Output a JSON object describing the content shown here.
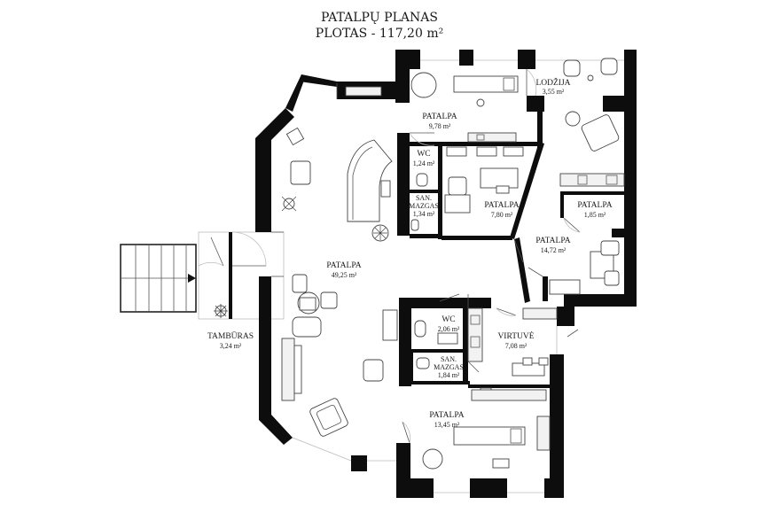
{
  "title_lines": [
    "PATALPŲ PLANAS",
    "PLOTAS - 117,20 m²"
  ],
  "rooms": [
    {
      "name": "LODŽIJA",
      "area": "3,55 m²"
    },
    {
      "name": "PATALPA",
      "area": "9,78 m²"
    },
    {
      "name": "WC",
      "area": "1,24 m²"
    },
    {
      "name": "SAN.",
      "name2": "MAZGAS",
      "area": "1,34 m²"
    },
    {
      "name": "PATALPA",
      "area": "7,80 m²"
    },
    {
      "name": "PATALPA",
      "area": "1,85 m²"
    },
    {
      "name": "PATALPA",
      "area": "14,72 m²"
    },
    {
      "name": "PATALPA",
      "area": "49,25 m²"
    },
    {
      "name": "TAMBŪRAS",
      "area": "3,24 m²"
    },
    {
      "name": "WC",
      "area": "2,06 m²"
    },
    {
      "name": "VIRTUVĖ",
      "area": "7,08 m²"
    },
    {
      "name": "SAN.",
      "name2": "MAZGAS",
      "area": "1,84 m²"
    },
    {
      "name": "PATALPA",
      "area": "13,45 m²"
    }
  ]
}
